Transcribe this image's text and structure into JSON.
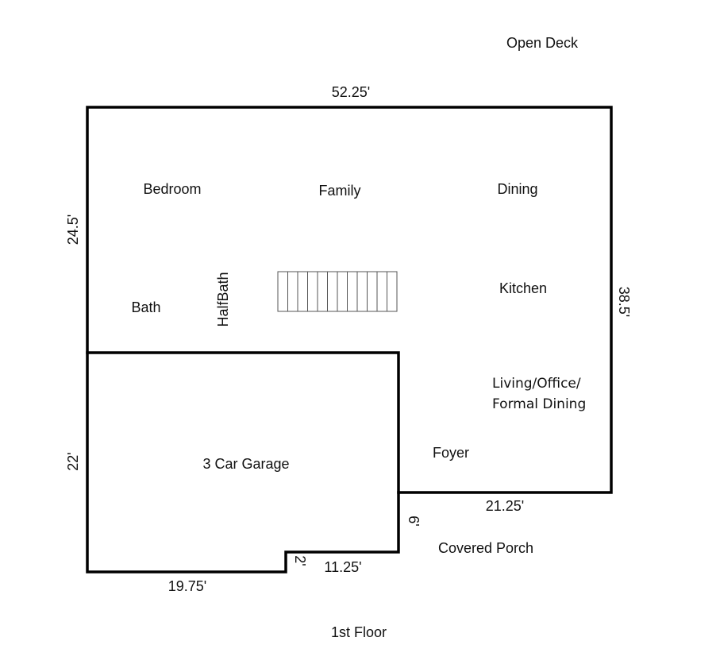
{
  "plan": {
    "title": "1st Floor",
    "outside_labels": {
      "open_deck": "Open Deck",
      "covered_porch": "Covered Porch"
    },
    "rooms": {
      "bedroom": "Bedroom",
      "family": "Family",
      "dining": "Dining",
      "bath": "Bath",
      "half_bath": "HalfBath",
      "kitchen": "Kitchen",
      "living_line1": "Living/Office/",
      "living_line2": "Formal Dining",
      "foyer": "Foyer",
      "garage": "3 Car Garage"
    },
    "dimensions": {
      "top": "52.25'",
      "left_upper": "24.5'",
      "left_lower": "22'",
      "right": "38.5'",
      "front_right": "21.25'",
      "porch_depth": "6'",
      "garage_step": "2'",
      "garage_front_right": "11.25'",
      "garage_front_left": "19.75'"
    },
    "stairs": {
      "tread_count": 12
    },
    "colors": {
      "wall": "#000000",
      "stair_line": "#555555",
      "text": "#111111"
    }
  }
}
